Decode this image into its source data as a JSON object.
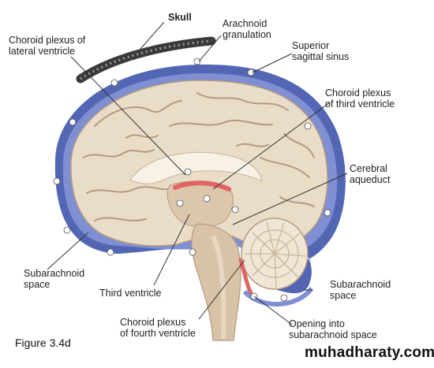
{
  "labels": {
    "skull": "Skull",
    "arachnoid_granulation": [
      "Arachnoid",
      "granulation"
    ],
    "choroid_lateral": [
      "Choroid plexus of",
      "lateral ventricle"
    ],
    "superior_sinus": [
      "Superior",
      "sagittal sinus"
    ],
    "choroid_third": [
      "Choroid plexus",
      "of third ventricle"
    ],
    "cerebral_aqueduct": [
      "Cerebral",
      "aqueduct"
    ],
    "subarachnoid_left": [
      "Subarachnoid",
      "space"
    ],
    "third_ventricle": "Third ventricle",
    "subarachnoid_right": [
      "Subarachnoid",
      "space"
    ],
    "choroid_fourth": [
      "Choroid plexus",
      "of fourth ventricle"
    ],
    "opening": [
      "Opening into",
      "subarachnoid space"
    ]
  },
  "figure_caption": "Figure 3.4d",
  "watermark": "muhadharaty.com",
  "colors": {
    "brain": "#e9ddc8",
    "gyri_line": "#b49a82",
    "outer_blue": "#5266b4",
    "inner_blue": "#7f8fd2",
    "choroid": "#e06464",
    "cerebellum": "#efe6d6",
    "skull": "#3a3a3a"
  }
}
